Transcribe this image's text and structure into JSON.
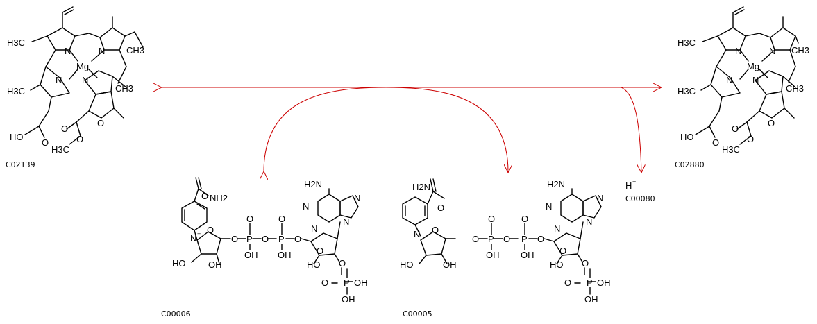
{
  "compounds": [
    {
      "id": "C02139",
      "position_word": "left"
    },
    {
      "id": "C02880",
      "position_word": "right"
    },
    {
      "id": "C00006",
      "position_word": "bottom-left"
    },
    {
      "id": "C00005",
      "position_word": "bottom-middle"
    },
    {
      "id": "C00080",
      "position_word": "right-middle",
      "formula": "H",
      "charge": "+"
    }
  ],
  "atoms": {
    "mg": "Mg",
    "n": "N",
    "o": "O",
    "p": "P",
    "h3c": "H3C",
    "ch3": "CH3",
    "ho": "HO",
    "oh": "OH",
    "nh2": "NH2",
    "h2n": "H2N",
    "plus": "+"
  },
  "colors": {
    "arrow": "#cc0000",
    "structure": "#000000",
    "background": "#ffffff"
  }
}
